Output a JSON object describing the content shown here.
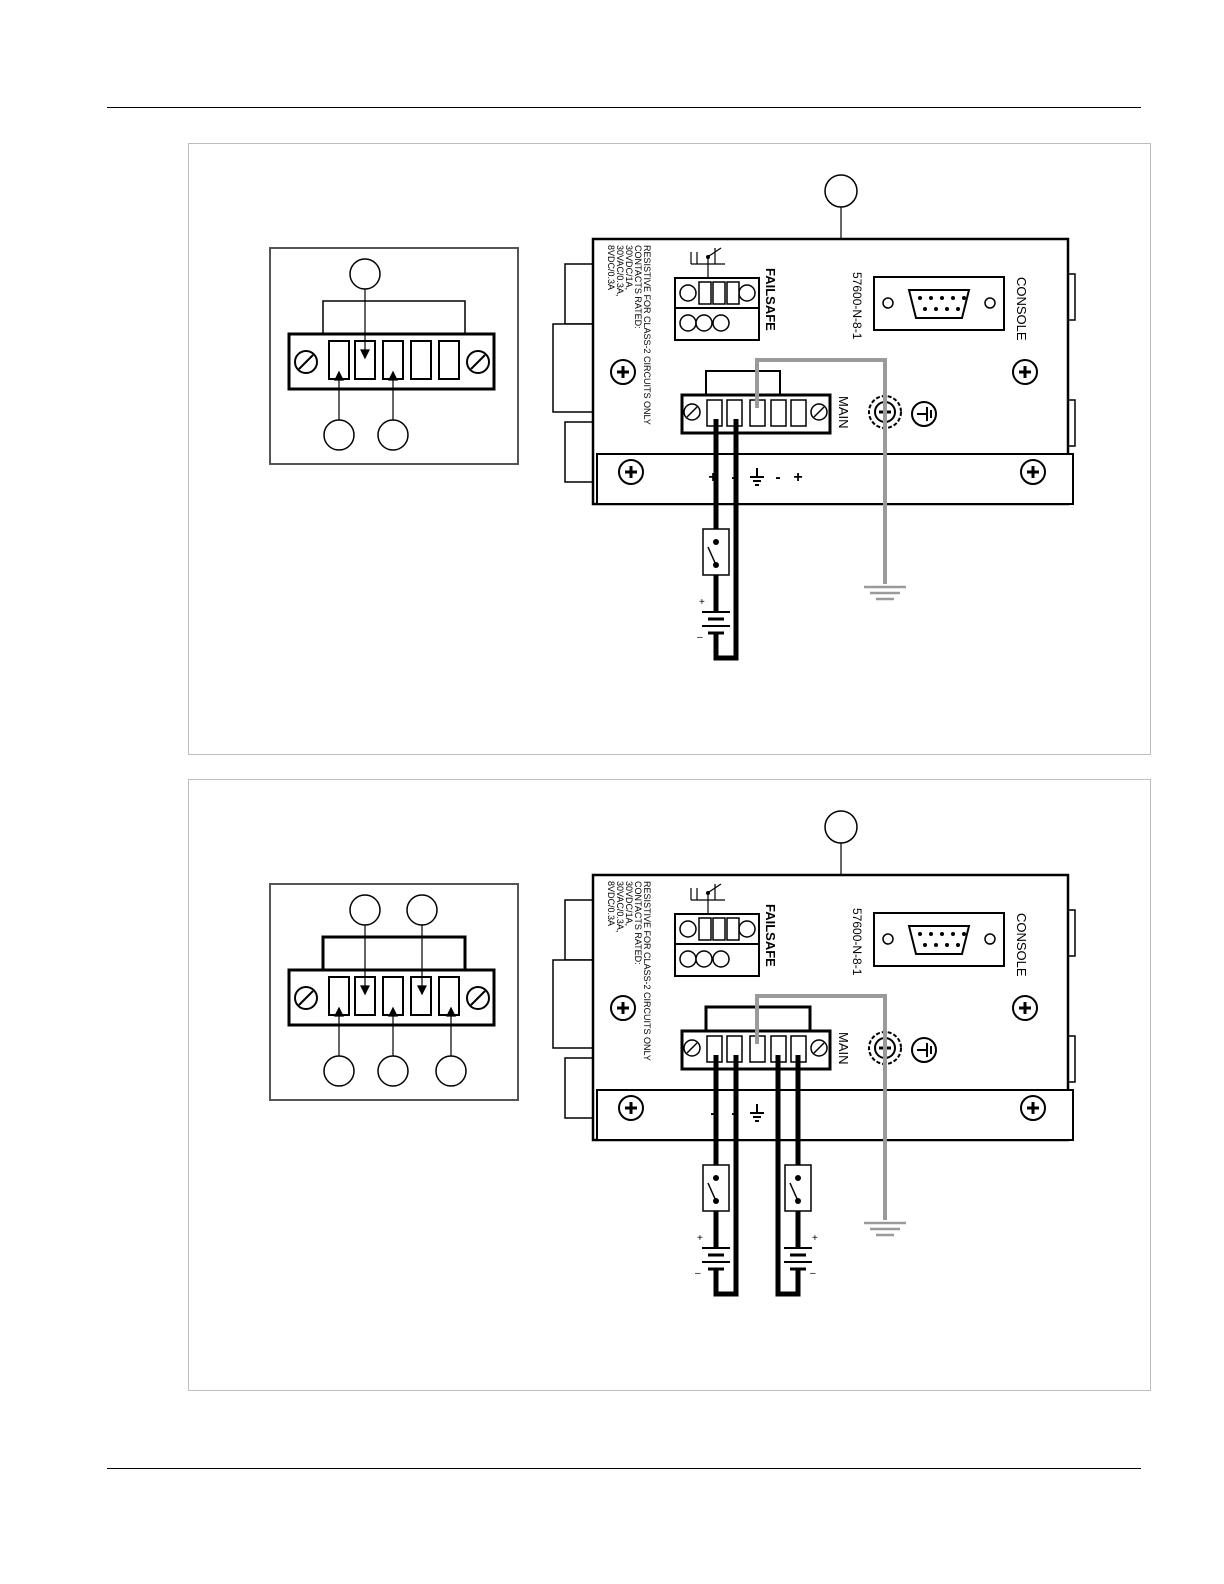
{
  "device": {
    "model_label": "57600-N-8-1",
    "console_label": "CONSOLE",
    "failsafe_label": "FAILSAFE",
    "main_label": "MAIN",
    "rating_lines": [
      "RESISTIVE FOR CLASS-2 CIRCUITS ONLY",
      "CONTACTS RATED:",
      "30VDC/1A,",
      "30VAC/0.3A,",
      "8VDC/0.3A"
    ]
  },
  "figure_one": {
    "terminal_polarity": [
      "+",
      "-",
      "",
      "-",
      "+"
    ],
    "battery_plus": "+",
    "battery_minus": "–"
  },
  "figure_two": {
    "terminal_polarity": [
      "-",
      "-",
      "",
      "-",
      "-"
    ],
    "battery_plus": "+",
    "battery_minus": "–"
  },
  "colors": {
    "line": "#000000",
    "ground_wire": "#9a9a9a",
    "frame_border": "#bdbdbd"
  }
}
